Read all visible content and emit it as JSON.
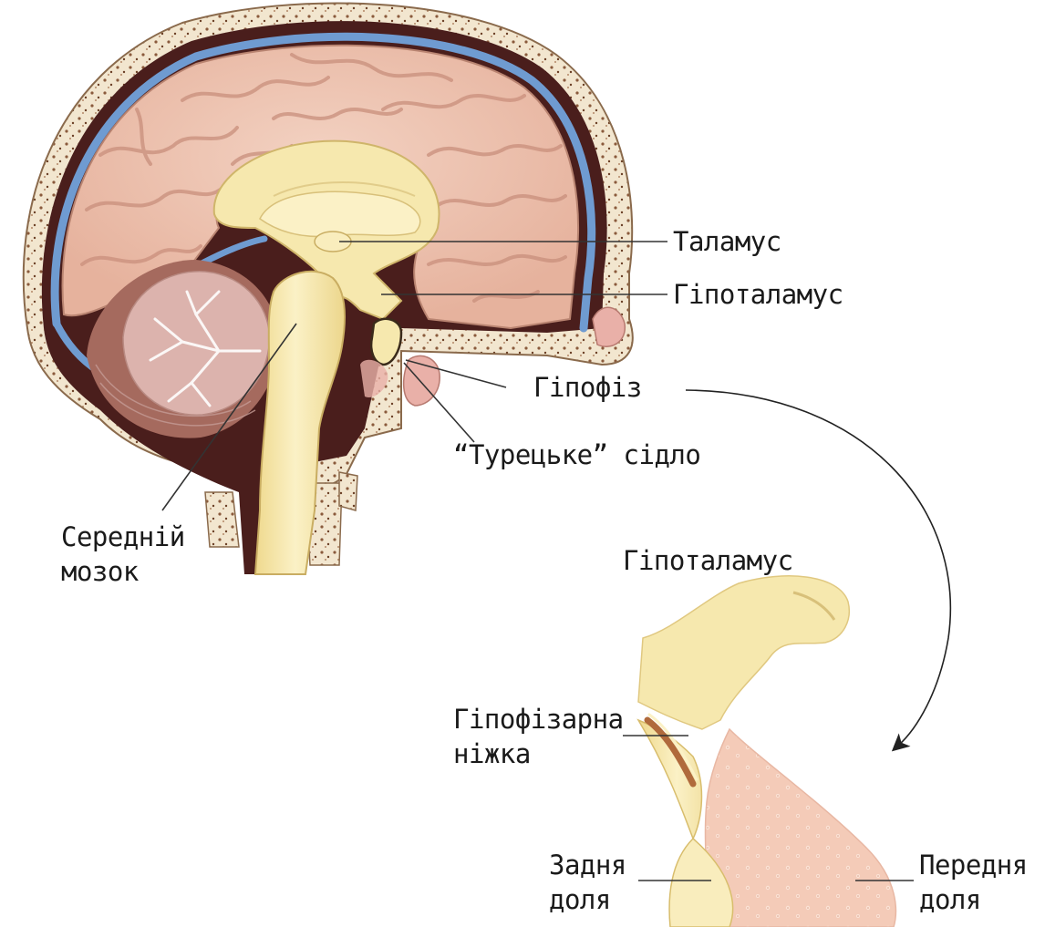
{
  "labels": {
    "thalamus": "Таламус",
    "hypothalamus": "Гіпоталамус",
    "pituitary": "Гіпофіз",
    "sella_turcica": "“Турецьке” сідло",
    "midbrain_line1": "Середній",
    "midbrain_line2": "мозок",
    "inset_hypothalamus": "Гіпоталамус",
    "stalk_line1": "Гіпофізарна",
    "stalk_line2": "ніжка",
    "posterior_line1": "Задня",
    "posterior_line2": "доля",
    "anterior_line1": "Передня",
    "anterior_line2": "доля"
  },
  "colors": {
    "brain_pink": "#efc7b4",
    "brain_fold": "#c98f7c",
    "bone": "#f2e6cf",
    "bone_speckle": "#8a5a3c",
    "meninges_blue": "#6f9bd1",
    "dark_cavity": "#4a1e1c",
    "stem_yellow": "#f6e8ae",
    "cerebellum": "#dcb3ad",
    "anterior_lobe": "#f3cdbb",
    "leader_line": "#333333"
  }
}
